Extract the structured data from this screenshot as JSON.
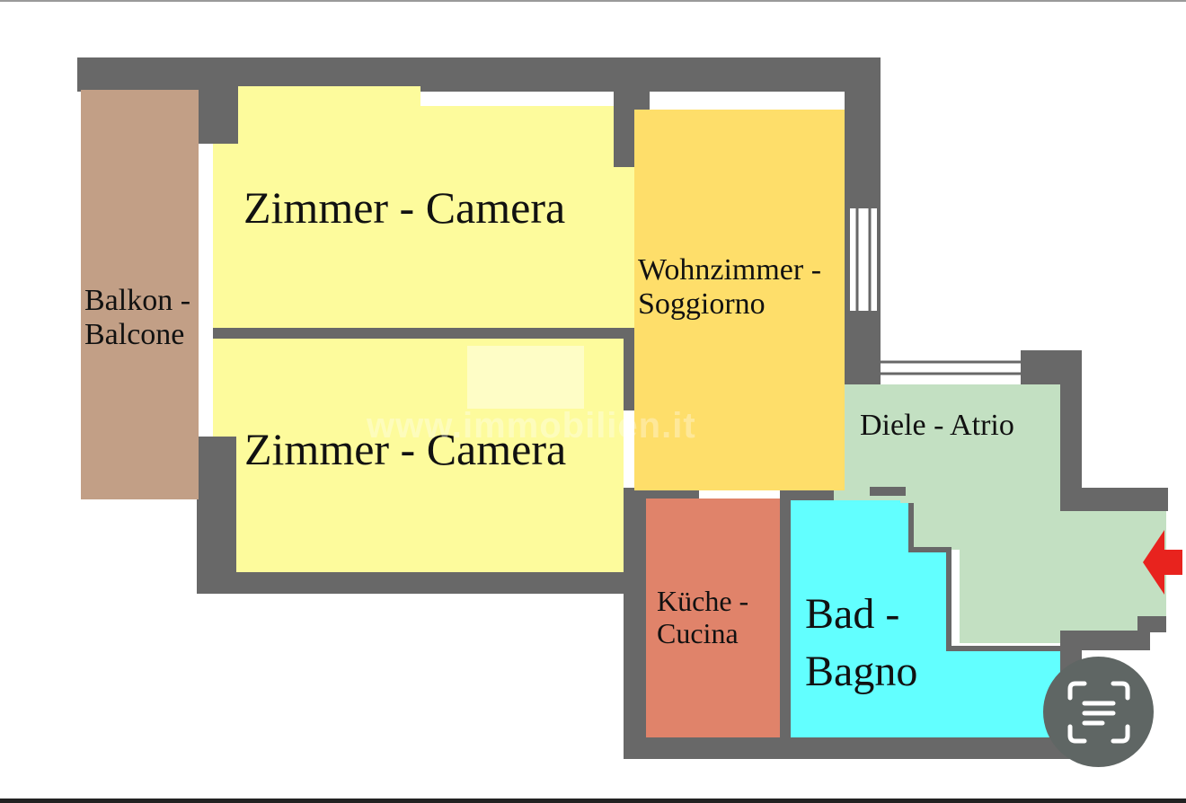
{
  "rooms": {
    "room_top": "Zimmer - Camera",
    "room_bottom": "Zimmer - Camera",
    "living": [
      "Wohnzimmer -",
      "Soggiorno"
    ],
    "balcony": [
      "Balkon -",
      "Balcone"
    ],
    "hall": "Diele - Atrio",
    "kitchen": [
      "Küche -",
      "Cucina"
    ],
    "bath": [
      "Bad -",
      "Bagno"
    ]
  },
  "watermark": "www.immobilien.it",
  "colors": {
    "wall": "#686868",
    "room": "#fdfb9c",
    "living": "#fede6a",
    "balcony": "#c29f86",
    "hall": "#c3e0c2",
    "kitchen": "#e0836a",
    "bath": "#62ffff",
    "entrance_arrow": "#e8231e"
  },
  "icons": {
    "entrance": "entrance-arrow-icon",
    "scan": "text-scan-icon"
  }
}
